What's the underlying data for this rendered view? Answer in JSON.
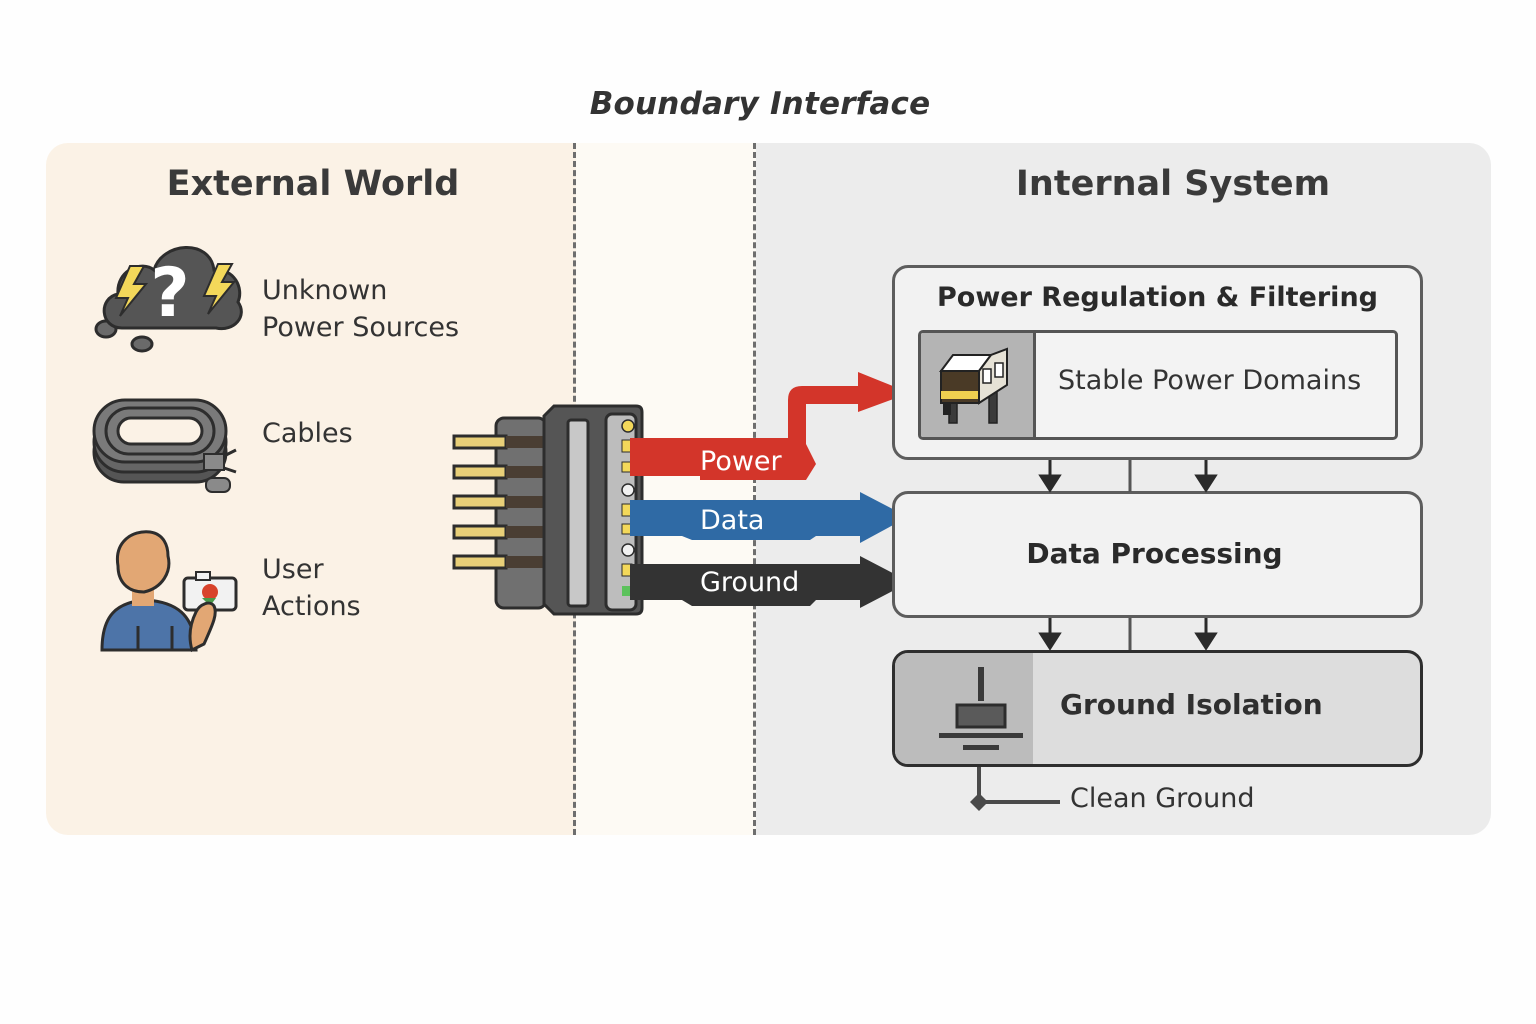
{
  "title": "Boundary Interface",
  "external": {
    "title": "External World",
    "items": [
      {
        "icon": "storm-cloud-question-icon",
        "line1": "Unknown",
        "line2": "Power Sources"
      },
      {
        "icon": "coiled-cable-icon",
        "line1": "Cables",
        "line2": ""
      },
      {
        "icon": "user-pressing-button-icon",
        "line1": "User",
        "line2": "Actions"
      }
    ]
  },
  "boundary": {
    "connector_icon": "multi-pin-connector-icon",
    "flows": [
      {
        "label": "Power",
        "color": "#d3352a",
        "target": "Power Regulation & Filtering"
      },
      {
        "label": "Data",
        "color": "#2f6aa5",
        "target": "Data Processing"
      },
      {
        "label": "Ground",
        "color": "#333333",
        "target": "Data Processing"
      }
    ]
  },
  "internal": {
    "title": "Internal System",
    "power_block": {
      "title": "Power Regulation & Filtering",
      "inner_label": "Stable Power Domains",
      "icon": "power-module-icon"
    },
    "data_block": {
      "label": "Data Processing"
    },
    "ground_block": {
      "label": "Ground Isolation",
      "icon": "ground-symbol-icon"
    },
    "ground_output": {
      "label": "Clean Ground"
    }
  },
  "colors": {
    "external_bg": "#fbf2e6",
    "boundary_bg": "#fdfaf4",
    "internal_bg": "#ececec",
    "power": "#d3352a",
    "data": "#2f6aa5",
    "ground": "#333333",
    "pin_gold": "#e8cf78"
  }
}
